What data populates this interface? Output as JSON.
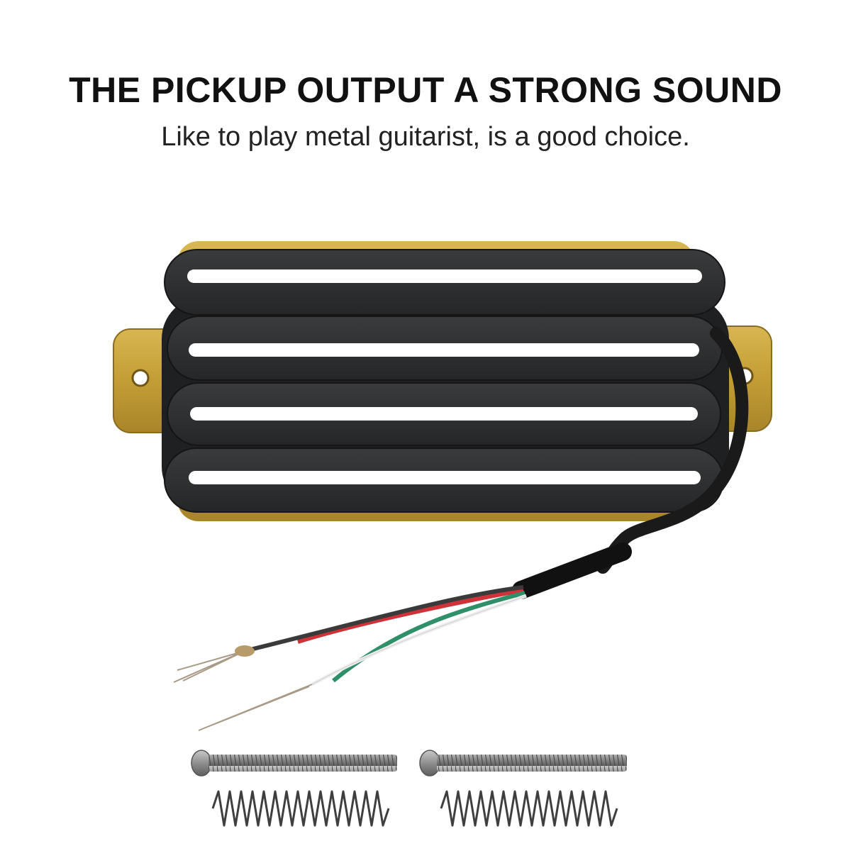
{
  "headline": "THE PICKUP OUTPUT A STRONG SOUND",
  "subheadline": "Like to play metal guitarist, is a good choice.",
  "colors": {
    "background": "#ffffff",
    "pickup_body": "#2e2f31",
    "bobbin_slot": "#ffffff",
    "baseplate_gold": "#c9a33a",
    "cable": "#1c1c1c",
    "wire_red": "#d0323a",
    "wire_green": "#2f8f68",
    "wire_white": "#f2f2f2",
    "screw_metal": "#9a9a9a"
  },
  "icons": [
    "humbucker-pickup",
    "lead-wire",
    "mounting-screw",
    "height-spring"
  ]
}
